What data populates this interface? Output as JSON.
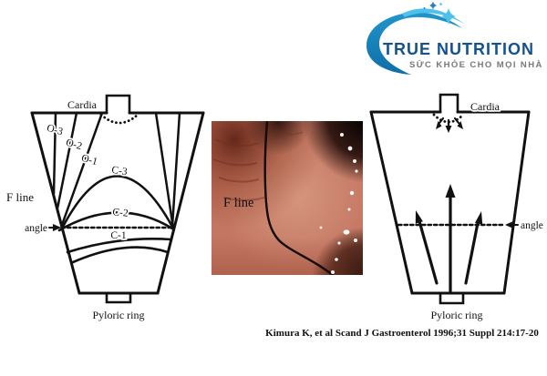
{
  "logo": {
    "brand": "TRUE NUTRITION",
    "tagline": "SỨC KHỎE CHO MỌI NHÀ"
  },
  "left_diagram": {
    "labels": {
      "cardia": "Cardia",
      "o3": "O-3",
      "o2": "O-2",
      "o1": "O-1",
      "c3": "C-3",
      "c2": "C-2",
      "c1": "C-1",
      "f_line": "F line",
      "angle": "angle",
      "pyloric_ring": "Pyloric ring"
    }
  },
  "endoscopy": {
    "f_line_label": "F line"
  },
  "right_diagram": {
    "labels": {
      "cardia": "Cardia",
      "angle": "angle",
      "pyloric_ring": "Pyloric ring"
    }
  },
  "citation": "Kimura K, et al Scand J Gastroenterol 1996;31 Suppl 214:17-20",
  "colors": {
    "ink": "#111111",
    "brand_blue": "#15518d",
    "swoosh_blue_top": "#2196cc",
    "swoosh_blue_bottom": "#0f6da8",
    "swoosh_light_blue": "#4fc0ea",
    "tagline_gray": "#77787b",
    "mucosa_base": "#c37661",
    "f_line_stroke": "#140b07"
  }
}
